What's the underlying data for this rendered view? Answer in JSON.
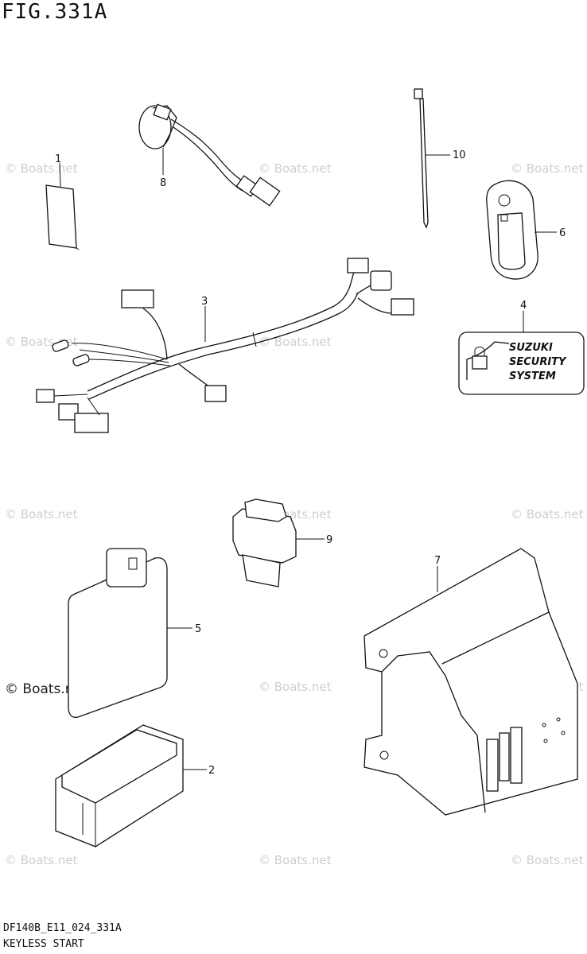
{
  "figure": {
    "title": "FIG.331A"
  },
  "footer": {
    "code": "DF140B_E11_024_331A",
    "caption": "KEYLESS START"
  },
  "watermark": {
    "text": "© Boats.net",
    "strong_text": "© Boats.net"
  },
  "callouts": {
    "c1": "1",
    "c2": "2",
    "c3": "3",
    "c4": "4",
    "c5": "5",
    "c6": "6",
    "c7": "7",
    "c8": "8",
    "c9": "9",
    "c10": "10"
  },
  "sticker": {
    "line1": "SUZUKI",
    "line2": "SECURITY",
    "line3": "SYSTEM"
  },
  "icons": {
    "padlock": "padlock-icon",
    "suzuki_logo": "suzuki-logo-icon"
  }
}
